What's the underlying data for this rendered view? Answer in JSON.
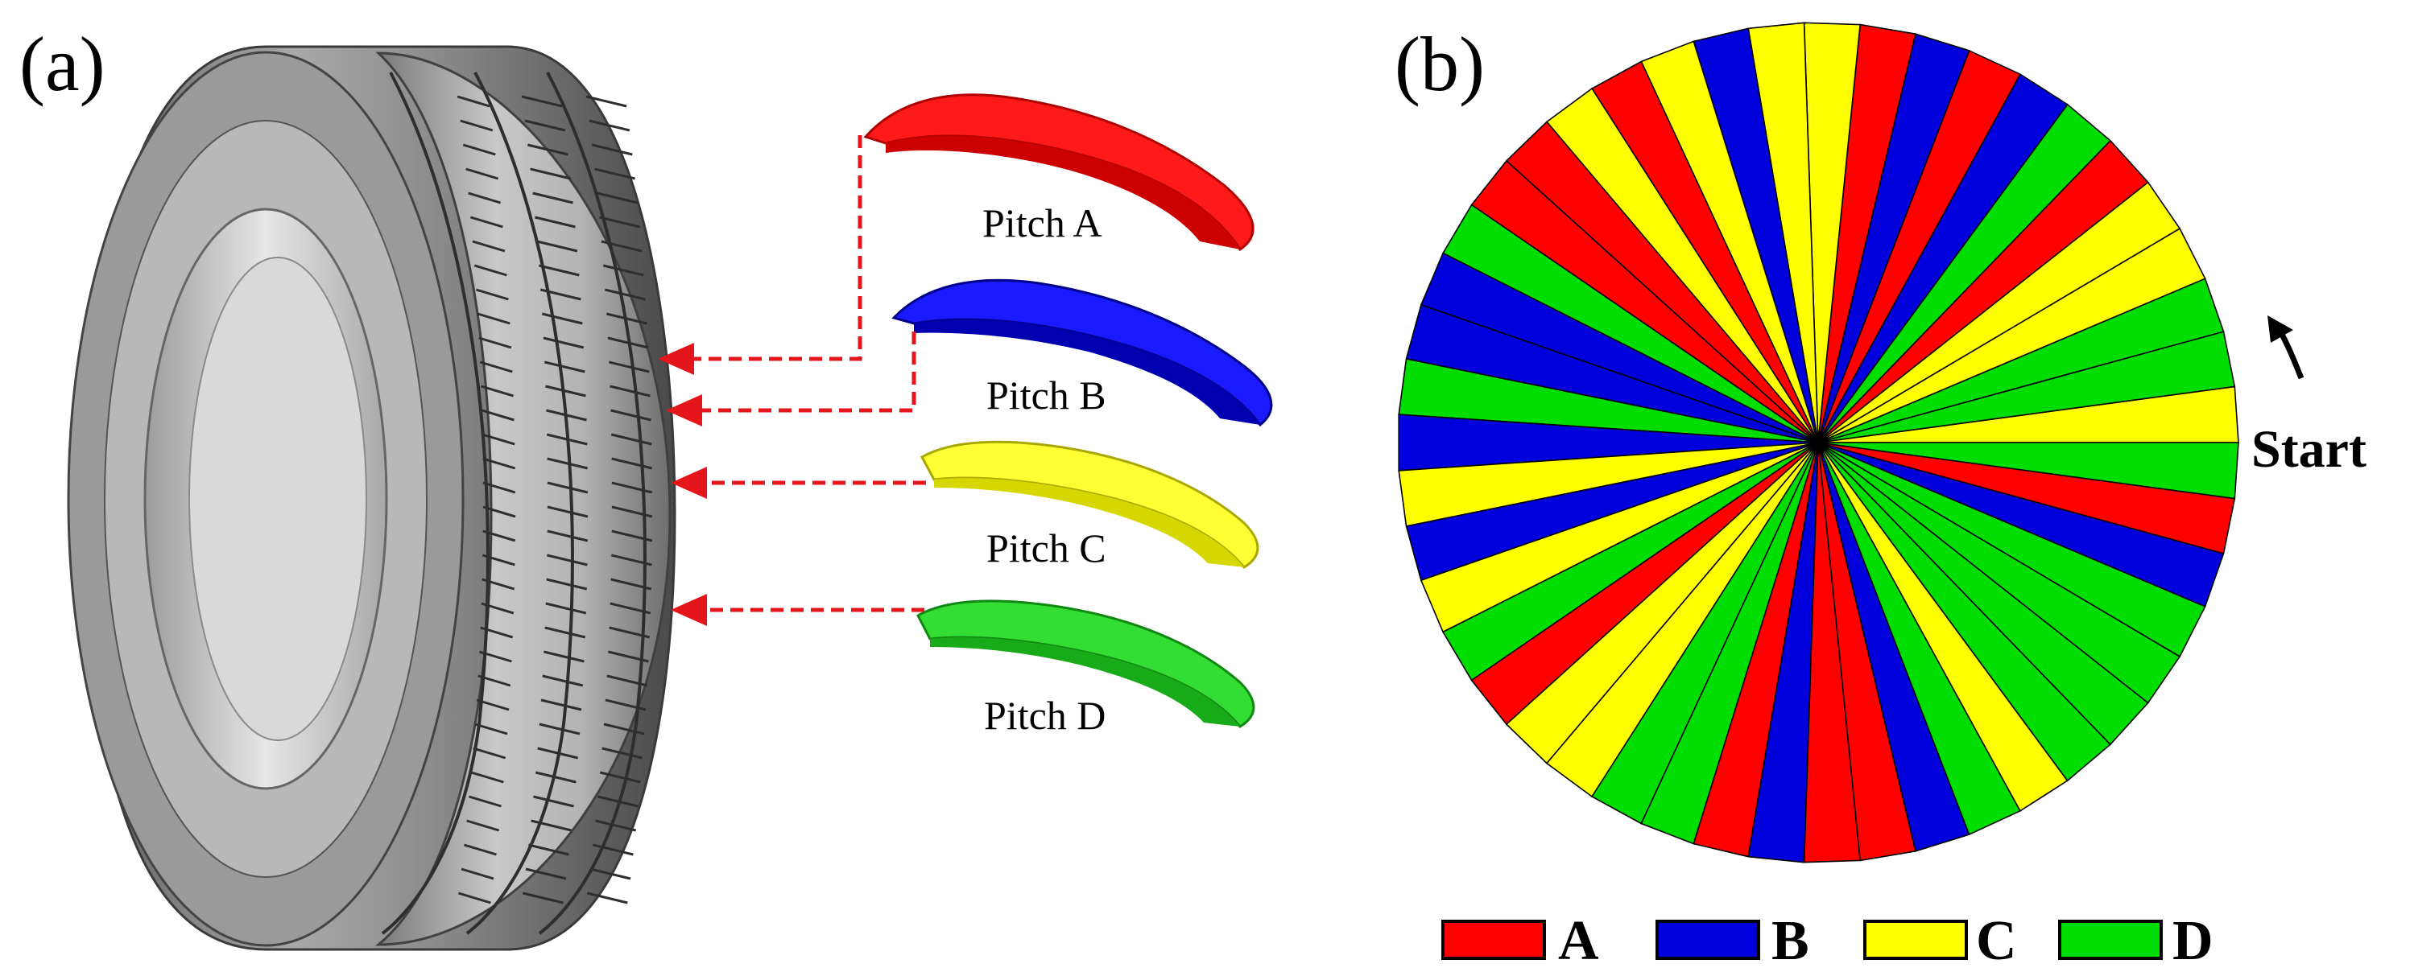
{
  "panels": {
    "a_label": "(a)",
    "b_label": "(b)"
  },
  "pitches": [
    {
      "label": "Pitch A",
      "color": "#ff0000"
    },
    {
      "label": "Pitch B",
      "color": "#0000dd"
    },
    {
      "label": "Pitch C",
      "color": "#e6e600"
    },
    {
      "label": "Pitch D",
      "color": "#22cc22"
    }
  ],
  "wheel": {
    "start_label": "Start",
    "sequence": "CDDCCADBABACCBCACAADBBDBCBCDACCDDABAABDCDDDDBAD"
  },
  "legend": [
    {
      "key": "A",
      "color": "#ff0000"
    },
    {
      "key": "B",
      "color": "#0000dd"
    },
    {
      "key": "C",
      "color": "#ffff00"
    },
    {
      "key": "D",
      "color": "#00dd00"
    }
  ],
  "colors": {
    "A": "#ff0000",
    "B": "#0000dd",
    "C": "#ffff00",
    "D": "#00dd00",
    "leader": "#e4161b"
  }
}
